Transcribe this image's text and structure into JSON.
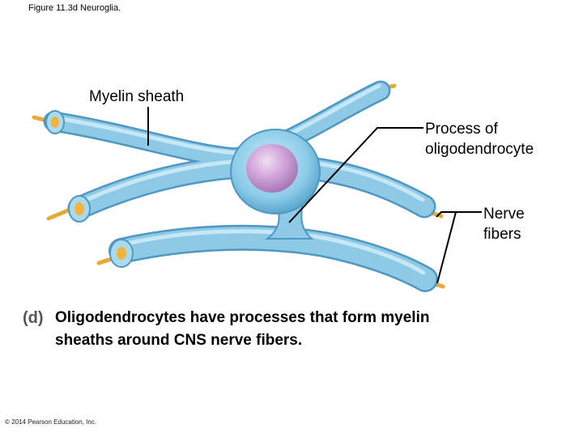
{
  "figure": {
    "title": "Figure 11.3d  Neuroglia.",
    "part_letter": "(d)",
    "caption_lines": [
      "Oligodendrocytes have processes that form myelin",
      "sheaths around CNS nerve fibers."
    ],
    "copyright": "© 2014 Pearson Education, Inc."
  },
  "labels": {
    "myelin_sheath": "Myelin sheath",
    "process_lines": [
      "Process of",
      "oligodendrocyte"
    ],
    "nerve_lines": [
      "Nerve",
      "fibers"
    ]
  },
  "colors": {
    "sheath_fill": "#8ec9e6",
    "sheath_dark": "#4f98c2",
    "sheath_light": "#c6e8f6",
    "nucleus": "#c79ad0",
    "axon": "#f2b43a",
    "leader_line": "#000000"
  }
}
